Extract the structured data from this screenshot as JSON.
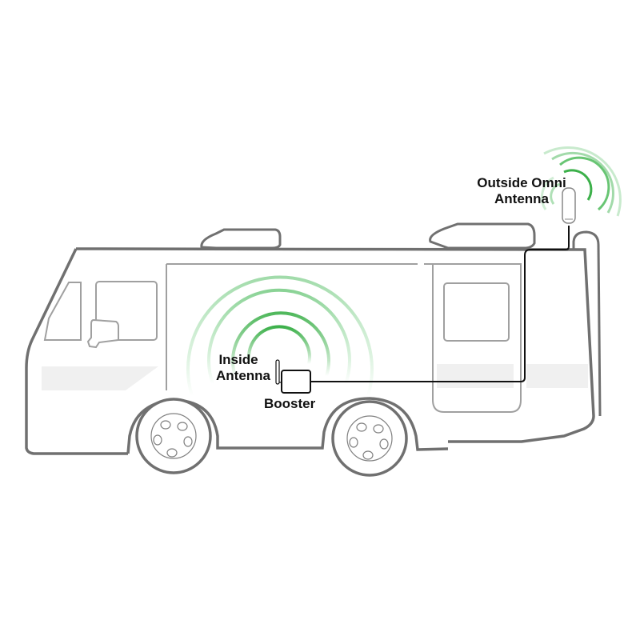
{
  "diagram": {
    "subject": "RV cell signal booster installation",
    "labels": {
      "outside_antenna_line1": "Outside Omni",
      "outside_antenna_line2": "Antenna",
      "inside_antenna_line1": "Inside",
      "inside_antenna_line2": "Antenna",
      "booster": "Booster"
    },
    "components": [
      {
        "name": "Outside Omni Antenna",
        "location": "roof, rear"
      },
      {
        "name": "Booster",
        "location": "interior, mid-body"
      },
      {
        "name": "Inside Antenna",
        "location": "attached to booster"
      }
    ],
    "colors": {
      "vehicle_outline": "#707070",
      "detail_outline": "#a0a0a0",
      "cable": "#111111",
      "signal_wave": "#3cb04a",
      "stripe_fill": "#f0f0f0"
    }
  }
}
